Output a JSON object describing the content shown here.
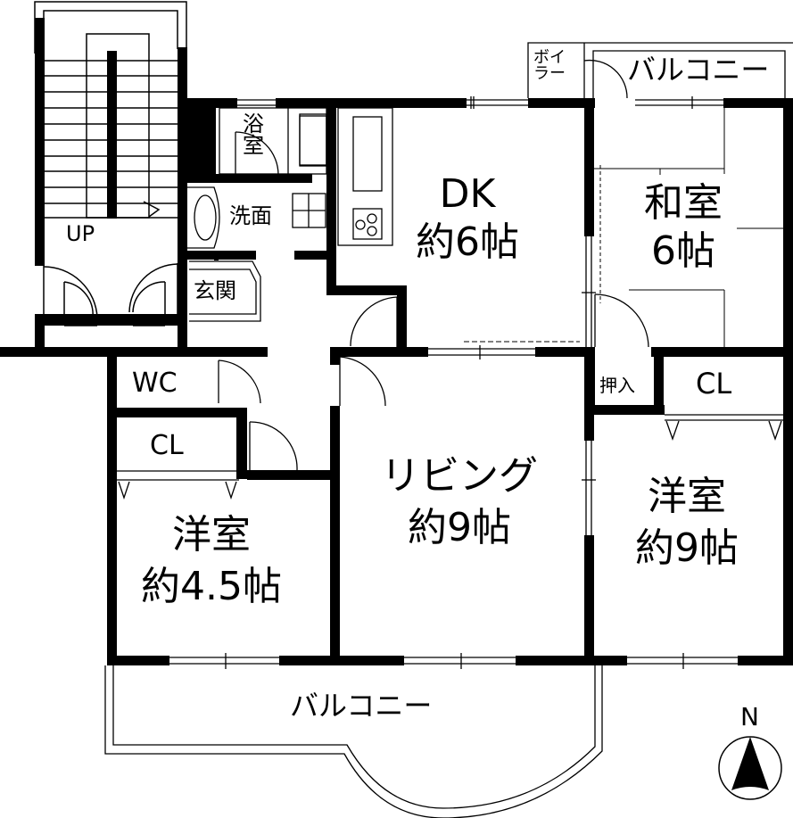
{
  "plan": {
    "colors": {
      "wall": "#000000",
      "background": "#ffffff",
      "line": "#000000"
    },
    "rooms": {
      "dk": {
        "name": "DK",
        "size": "約6帖"
      },
      "washitsu": {
        "name": "和室",
        "size": "6帖"
      },
      "living": {
        "name": "リビング",
        "size": "約9帖"
      },
      "youshitsu_east": {
        "name": "洋室",
        "size": "約9帖"
      },
      "youshitsu_west": {
        "name": "洋室",
        "size": "約4.5帖"
      },
      "bath": {
        "line1": "浴",
        "line2": "室"
      },
      "washroom": {
        "name": "洗面"
      },
      "entrance": {
        "name": "玄関"
      },
      "wc": {
        "name": "WC"
      },
      "closet_west": {
        "name": "CL"
      },
      "closet_east": {
        "name": "CL"
      },
      "oshiire": {
        "name": "押入"
      },
      "boiler": {
        "line1": "ボイ",
        "line2": "ラー"
      },
      "balcony_north": {
        "name": "バルコニー"
      },
      "balcony_south": {
        "name": "バルコニー"
      },
      "stairs": {
        "label": "UP"
      }
    },
    "compass": {
      "label": "N",
      "icon": "north-arrow-icon"
    }
  }
}
